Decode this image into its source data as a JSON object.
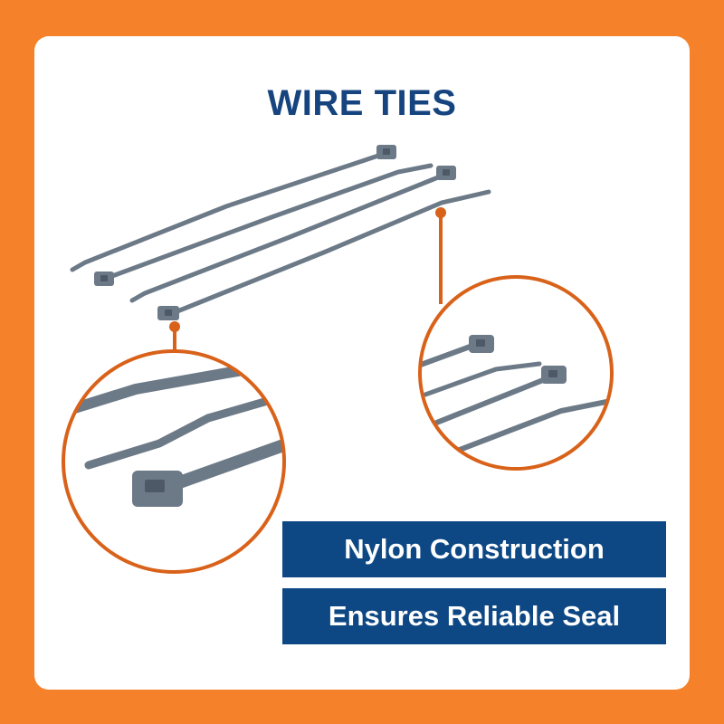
{
  "title": "WIRE TIES",
  "banners": [
    "Nylon Construction",
    "Ensures Reliable Seal"
  ],
  "colors": {
    "background": "#F5822A",
    "card": "#FFFFFF",
    "title": "#16447F",
    "banner": "#0E4884",
    "callout": "#D9621A",
    "tie": "#6C7987"
  }
}
